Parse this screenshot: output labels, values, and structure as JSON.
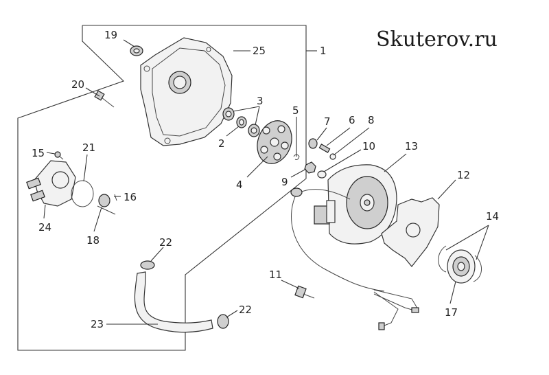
{
  "watermark": "Skuterov.ru",
  "callouts": {
    "c1": "1",
    "c2": "2",
    "c3": "3",
    "c4": "4",
    "c5": "5",
    "c6": "6",
    "c7": "7",
    "c8": "8",
    "c9": "9",
    "c10": "10",
    "c11": "11",
    "c12": "12",
    "c13": "13",
    "c14": "14",
    "c15": "15",
    "c16": "16",
    "c17": "17",
    "c18": "18",
    "c19": "19",
    "c20": "20",
    "c21": "21",
    "c22a": "22",
    "c22b": "22",
    "c23": "23",
    "c24": "24",
    "c25": "25"
  }
}
